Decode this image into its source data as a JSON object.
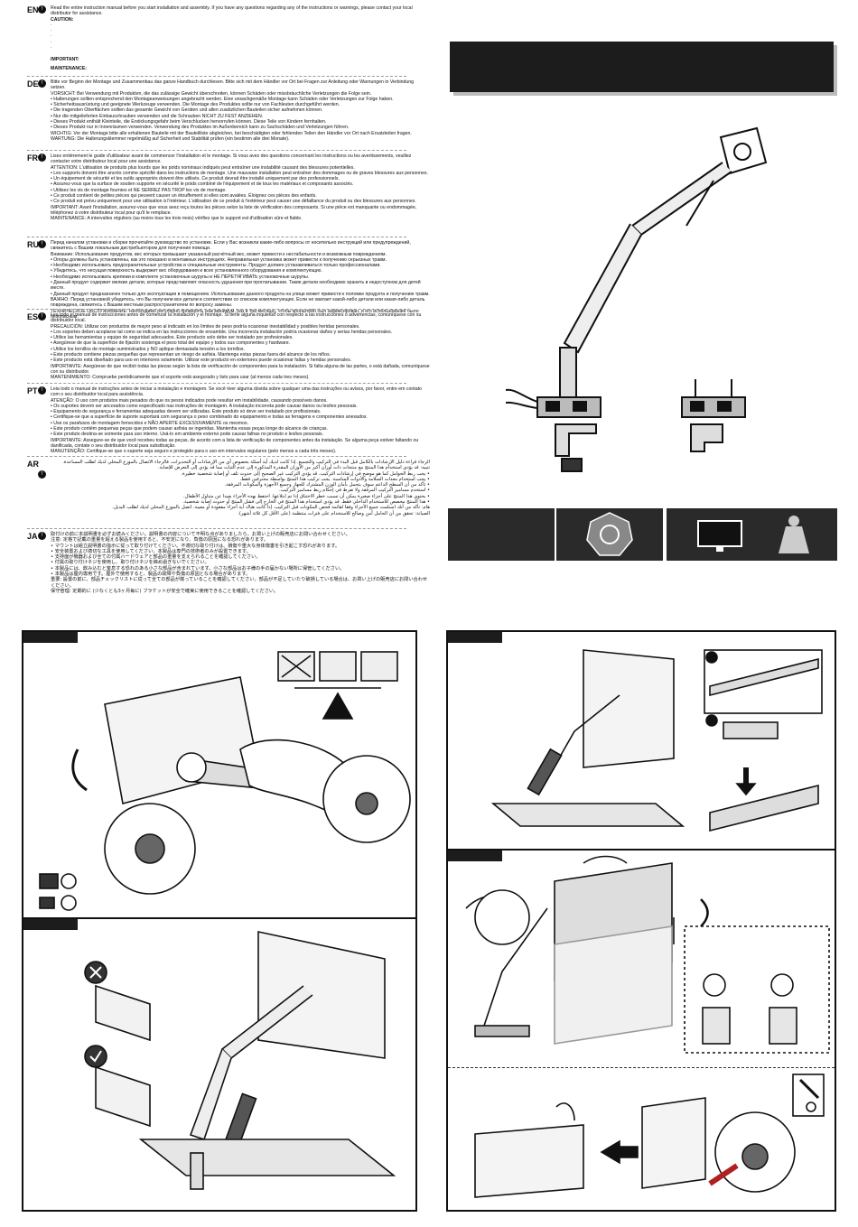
{
  "languages": [
    {
      "code": "EN",
      "text": "Read the entire instruction manual before you start installation and assembly. If you have any questions regarding any of the instructions or warnings, please contact your local distributor for assistance.",
      "caution_label": "CAUTION:",
      "important_label": "IMPORTANT:",
      "maintenance_label": "MAINTENANCE:"
    },
    {
      "code": "DE",
      "text": "Bitte vor Beginn der Montage und Zusammenbau das ganze Handbuch durchlesen. Bitte sich mit dem Händler vor Ort bei Fragen zur Anleitung oder Warnungen in Verbindung setzen.",
      "lines": [
        "VORSICHT: Bei Verwendung mit Produkten, die das zulässige Gewicht überschreiten, können Schäden oder missbräuchliche Verletzungen die Folge sein.",
        "• Halterungen sollten entsprechend den Montageanweisungen angebracht werden. Eine unsachgemäße Montage kann Schäden oder Verletzungen zur Folge haben.",
        "• Sicherheitsausrüstung und geeignete Werkzeuge verwenden. Die Montage des Produktes sollte nur von Fachleuten durchgeführt werden.",
        "• Die tragenden Oberflächen sollten das gesamte Gewicht von Geräten und allen zusätzlichen Bauteilen sicher aufnehmen können.",
        "• Nur die mitgelieferten Einbauschrauben verwenden und die Schrauben NICHT ZU FEST ANZIEHEN.",
        "• Dieses Produkt enthält Kleinteile, die Erstickungsgefahr beim Verschlucken hervorrufen können. Diese Teile von Kindern fernhalten.",
        "• Dieses Produkt nur in Innenräumen verwenden. Verwendung des Produktes im Außenbereich kann zu Sachschäden und Verletzungen führen.",
        "WICHTIG: Vor der Montage bitte alle erhaltenen Bauteile mit der Bauteilliste abgleichen, bei beschädigten oder fehlenden Teilen den Händler vor Ort nach Ersatzteilen fragen.",
        "WARTUNG: Die Halterungsklemmer regelmäßig auf Sicherheit und Stabilität prüfen (ein bestimm alle drei Monate)."
      ]
    },
    {
      "code": "FR",
      "text": "Lisez entièrement le guide d'utilisateur avant de commencer l'installation et le montage. Si vous avez des questions concernant les instructions ou les avertissements, veuillez contacter votre distributeur local pour une assistance.",
      "lines": [
        "ATTENTION: L'utilisation de produits plus lourds que les poids nominaux indiqués peut entraîner une instabilité causant des blessures potentielles.",
        "• Les supports doivent être ancrés comme spécifié dans les instructions de montage. Une mauvaise installation peut entraîner des dommages ou de graves blessures aux personnes.",
        "• Un équipement de sécurité et les outils appropriés doivent être utilisés. Ce produit devrait être installé uniquement par des professionnels.",
        "• Assurez-vous que la surface de soutien supporte en sécurité le poids combiné de l'équipement et de tous les matériaux et composants associés.",
        "• Utilisez les vis de montage fournies et NE SERREZ PAS TROP les vis de montage.",
        "• Ce produit contient de petites pièces qui peuvent causer un étouffement si elles sont avalées. Éloignez ces pièces des enfants.",
        "• Ce produit est prévu uniquement pour une utilisation à l'intérieur. L'utilisation de ce produit à l'extérieur peut causer une défaillance du produit ou des blessures aux personnes.",
        "IMPORTANT: Avant l'installation, assurez-vous que vous avez reçu toutes les pièces selon la liste de vérification des composants. Si une pièce est manquante ou endommagée, téléphonez à votre distributeur local pour qu'il le remplace.",
        "MAINTENANCE: A intervalles réguliers (au moins tous les trois mois) vérifiez que le support est d'utilisation sûre et fiable."
      ]
    },
    {
      "code": "RU",
      "text": "Перед началом установки и сборки прочитайте руководство по установке. Если у Вас возникли какие-либо вопросы от носительно инструкций или предупреждений, свяжитесь с Вашим локальным дистрибьютором для получения помощи.",
      "lines": [
        "Внимание: Использование продуктов, вес которых превышает указанный расчётный вес, может привести к нестабильности и возможным повреждениям.",
        "• Опоры должны быть установлены, как это показано в монтажных инструкциях. Неправильная установка может привести к получению серьезных травм.",
        "• Необходимо использовать предохранительные устройства и специальные инструменты. Продукт должен устанавливаться только профессионалами.",
        "• Убедитесь, что несущая поверхность выдержит вес оборудования и всех установленного оборудования и комплектующих.",
        "• Необходимо использовать крепежи в комплекте установочные шурупы и НЕ ПЕРЕТЯГИВАТЬ установочные шурупы.",
        "• Данный продукт содержит мелкие детали, которые представляют опасность удушения при проглатывании. Такие детали необходимо хранить в недоступном для детей месте.",
        "• Данный продукт предназначен только для эксплуатации в помещениях. Использование данного продукта на улице может привести к поломке продукта и получению травм.",
        "ВАЖНО: Перед установкой убедитесь, что Вы получили все детали в соответствии со списком комплектующих. Если не хватает какой-либо детали или какая-либо деталь повреждена, свяжитесь с Вашим местным распространителем по вопросу замены.",
        "ТЕХНИЧЕСКОЕ ОБСЛУЖИВАНИЕ: Необходимо регулярно проверять (как минимум, раз в три месяца), чтобы кронштейн был зафиксирован, и его использование было безопасным."
      ]
    },
    {
      "code": "ES",
      "text": "Lea todo el manual de instrucciones antes de comenzar la instalación y el montaje. Si tiene alguna inquietud con respecto a las instrucciones o advertencias, comuníquese con su distribuidor local.",
      "lines": [
        "PRECAUCIÓN: Utilizar con productos de mayor peso al indicado en los límites de peso podría ocasionar inestabilidad y posibles heridas personales.",
        "• Los soportes deben acoplarse tal como se indica en las instrucciones de ensamble. Una incorrecta instalación podría ocasionar daños y serias heridas personales.",
        "• Utilice las herramientas y equipo de seguridad adecuados. Este producto solo debe ser instalado por profesionales.",
        "• Asegúrese de que la superficie de fijación sostenga el peso total del equipo y todos sus componentes y hardware.",
        "• Utilice los tornillos de montaje suministrados y NO aplique demasiada tensión a los tornillos.",
        "• Este producto contiene piezas pequeñas que representan un riesgo de asfixia. Mantenga estas piezas fuera del alcance de los niños.",
        "• Este producto está diseñado para uso en interiores solamente. Utilizar este producto en exteriores puede ocasionar fallas y heridas personales.",
        "IMPORTANTE: Asegúrese de que recibió todas las piezas según la lista de verificación de componentes para la instalación. Si falta alguna de las partes, o está dañada, comuníquese con su distribuidor.",
        "MANTENIMIENTO: Compruebe periódicamente que el soporte está asegurado y listo para usar (al menos cada tres meses)."
      ]
    },
    {
      "code": "PT",
      "text": "Leia todo o manual de instruções antes de iniciar a instalação e montagem. Se você tiver alguma dúvida sobre qualquer uma das instruções ou avisos, por favor, entre em contato com o seu distribuidor local para assistência.",
      "lines": [
        "ATENÇÃO: O uso com produtos mais pesados do que os pesos indicados pode resultar em instabilidade, causando possíveis danos.",
        "• Os suportes devem ser ancorados como especificado nas instruções de montagem. A instalação incorreta pode causar danos ou lesões pessoais.",
        "• Equipamento de segurança e ferramentas adequadas devem ser utilizadas. Este produto só deve ser instalado por profissionais.",
        "• Certifique-se que a superfície de suporte suportará com segurança o peso combinado do equipamento e todas as ferragens e componentes anexados.",
        "• Use os parafusos de montagem fornecidos e NÃO APERTE EXCESSIVAMENTE os mesmos.",
        "• Este produto contém pequenas peças que podem causar asfixia se ingeridas. Mantenha essas peças longe do alcance de crianças.",
        "• Este produto destina-se somente para uso interno. Usá-lo em ambiente externo pode causar falhas no produto e lesões pessoais.",
        "IMPORTANTE: Assegure-se de que você recebeu todas as peças, de acordo com a lista de verificação de componentes antes da instalação. Se alguma peça estiver faltando ou danificada, contate o seu distribuidor local para substituição.",
        "MANUTENÇÃO: Certifique-se que o suporte seja seguro e protegido para o uso em intervalos regulares (pelo menos a cada três meses)."
      ]
    },
    {
      "code": "AR",
      "text": "الرجاء قراءة دليل الإرشادات بالكامل قبل البدء في التركيب والتجميع. إذا كانت لديك أية أسئلة بخصوص أي من الإرشادات أو التحذيرات، فالرجاء الاتصال بالموزع المحلي لديك لطلب المساعدة.",
      "lines": [
        "تنبيه: قد يؤدي استخدام هذا المنتج مع منتجات ذات أوزان أكبر من الأوزان المقدرة المذكورة إلى عدم الثبات مما قد يؤدي إلى التعرض للإصابة.",
        "• يجب ربط الحوامل كما هو موضح في إرشادات التركيب. قد يؤدي التركيب غير الصحيح إلى حدوث تلف أو إصابة شخصية خطيرة.",
        "• يجب استخدام معدات السلامة والأدوات المناسبة. يجب تركيب هذا المنتج بواسطة محترفين فقط.",
        "• تأكد من أن السطح الداعم سوف يتحمل بأمان الوزن المشترك للجهاز وجميع الأجهزة والمكونات المرفقة.",
        "• استخدم مسامير التركيب المرفقة ولا تفرط في إحكام ربط مسامير التركيب.",
        "• يحتوي هذا المنتج على أجزاء صغيرة يمكن أن تسبب خطر الاختناق إذا تم ابتلاعها. احتفظ بهذه الأجزاء بعيدا عن متناول الأطفال.",
        "• هذا المنتج مخصص للاستخدام الداخلي فقط. قد يؤدي استخدام هذا المنتج في الخارج إلى فشل المنتج أو حدوث إصابة شخصية.",
        "هام: تأكد من أنك استلمت جميع الأجزاء وفقا لقائمة فحص المكونات قبل التركيب. إذا كانت هناك أية أجزاء مفقودة أو معيبة، اتصل بالموزع المحلي لديك لطلب البديل.",
        "الصيانة: تحقق من أن الحامل آمن وصالح للاستخدام على فترات منتظمة (على الأقل كل ثلاثة أشهر)."
      ]
    },
    {
      "code": "JA",
      "text": "取付けの前に本説明書を必ずお読みください。説明書の内容について不明な点がありましたら、お買い上げの販売店にお問い合わせください。",
      "lines": [
        "注意: 定格で記載の重量を超える製品を使用すると、不安定になり、負傷の原因になる恐れがあります。",
        "• マウントは組立説明書の指示に従って取り付けてください。不適切な取り付けは、損傷や重大な身体傷害を引き起こす恐れがあります。",
        "• 安全装置および適切な工具を使用してください。本製品は専門の技術者のみが設置できます。",
        "• 支持面が機器および全ての付属ハードウェアと部品の重量を支えられることを確認してください。",
        "• 付属の取り付けネジを使用し、取り付けネジを締め過ぎないでください。",
        "• 本製品には、飲み込むと窒息する恐れのある小さな部品が含まれています。小さな部品はお子様の手の届かない場所に保管してください。",
        "• 本製品は屋内専用です。屋外で使用すると、製品の故障や負傷の原因となる場合があります。",
        "重要: 設置の前に、部品チェックリストに従って全ての部品が揃っていることを確認してください。部品が不足していたり破損している場合は、お買い上げの販売店にお問い合わせください。",
        "保守管理: 定期的に (少なくとも3ヶ月毎に) ブラケットが安全で確実に使用できることを確認してください。"
      ]
    }
  ]
}
